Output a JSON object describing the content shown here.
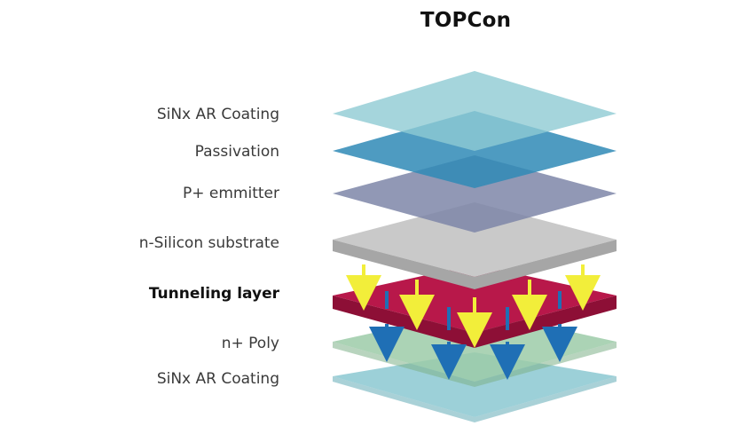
{
  "diagram": {
    "title": "TOPCon",
    "layers": [
      {
        "label": "SiNx AR Coating",
        "bold": false,
        "color": "#8ecad3"
      },
      {
        "label": "Passivation",
        "bold": false,
        "color": "#2f8ab6"
      },
      {
        "label": "P+  emmitter",
        "bold": false,
        "color": "#7e86a8"
      },
      {
        "label": "n-Silicon substrate",
        "bold": false,
        "color": "#c9c9c9"
      },
      {
        "label": "Tunneling layer",
        "bold": true,
        "color": "#b8184a"
      },
      {
        "label": "n+ Poly",
        "bold": false,
        "color": "#9ccba8"
      },
      {
        "label": "SiNx AR Coating",
        "bold": false,
        "color": "#8ecad3"
      }
    ],
    "arrow_colors": {
      "yellow": "#f2ee3a",
      "blue": "#1f6fb5"
    }
  }
}
